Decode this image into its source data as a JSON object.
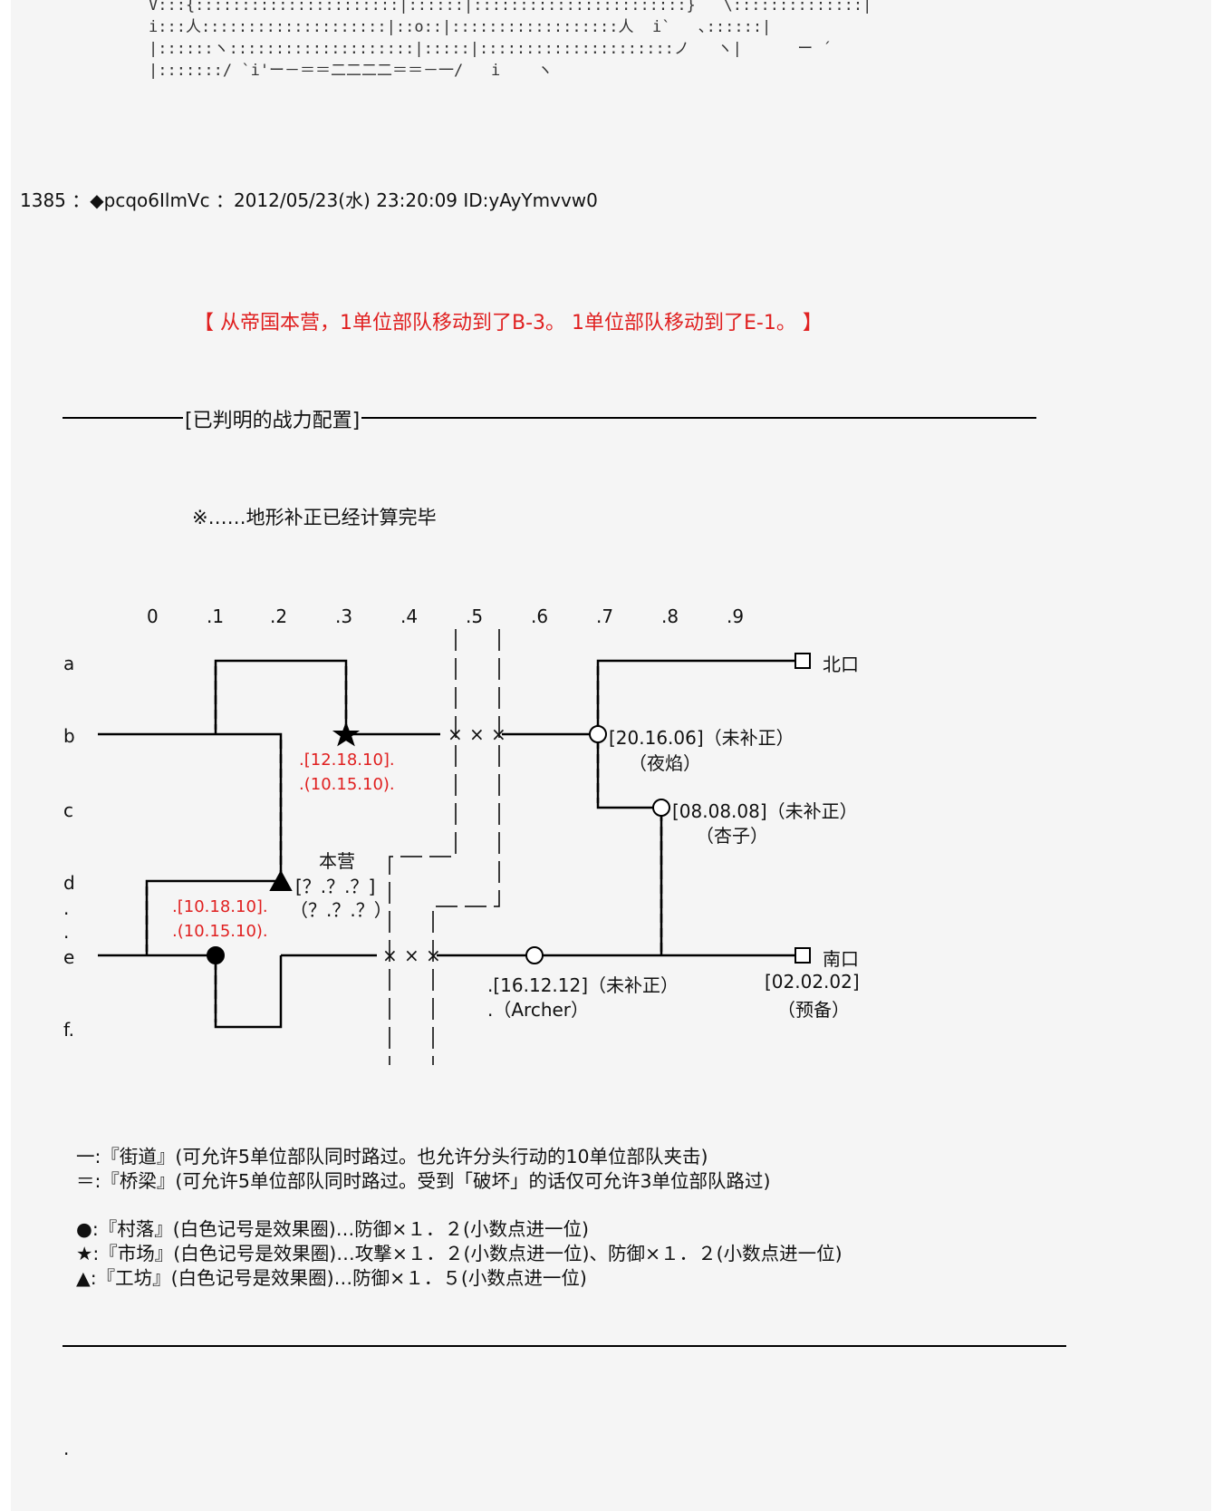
{
  "ascii_art": {
    "lines": [
      "V:::{::::::::::::::::::::::|::::::|:::::::::::::::::::::::}   \\::::::::::::::|",
      "i:::人::::::::::::::::::::|::o::|::::::::::::::::::人  i`   ､::::::|",
      "|::::::ヽ::::::::::::::::::::|:::::|:::::::::::::::::::::ノ   ヽ|      ー ´",
      "|:::::::/ `i'ー－＝＝二二二二＝＝－一/   i    ヽ"
    ]
  },
  "post": {
    "header": "1385 ：◆pcqo6IlmVc ：2012/05/23(水) 23:20:09 ID:yAyYmvvw0",
    "announcement": "【  从帝国本营，1单位部队移动到了B-3。  1单位部队移动到了E-1。  】",
    "section_title": "[已判明的战力配置]",
    "note": "※……地形补正已经计算完毕"
  },
  "map": {
    "col_labels": [
      "0",
      ".1",
      ".2",
      ".3",
      ".4",
      ".5",
      ".6",
      ".7",
      ".8",
      ".9"
    ],
    "row_labels": [
      "a",
      "b",
      "c",
      "d",
      ".",
      ".",
      "e",
      "f."
    ],
    "bridge_marks": [
      "×",
      "×",
      "×",
      "×",
      "×",
      "×"
    ],
    "north_gate": "北口",
    "south_gate": "南口",
    "hq_label": "本营",
    "hq_stats_1": "[？.？.？]",
    "hq_stats_2": "（？.？.？）",
    "market_stats_1": ".[12.18.10].",
    "market_stats_2": ".(10.15.10).",
    "village_stats_1": ".[10.18.10].",
    "village_stats_2": ".(10.15.10).",
    "unit_yaen_stats": "[20.16.06]（未补正）",
    "unit_yaen_name": "（夜焰）",
    "unit_anzu_stats": "[08.08.08]（未补正）",
    "unit_anzu_name": "（杏子）",
    "unit_archer_stats": ".[16.12.12]（未补正）",
    "unit_archer_name": ".（Archer）",
    "reserve_stats": "[02.02.02]",
    "reserve_name": "（预备）"
  },
  "legend": {
    "road": "一:『街道』(可允许5单位部队同时路过。也允许分头行动的10单位部队夹击)",
    "bridge": "＝:『桥梁』(可允许5单位部队同时路过。受到「破坏」的话仅可允许3单位部队路过)",
    "village": "●:『村落』(白色记号是效果圈)…防御×１．２(小数点进一位)",
    "market": "★:『市场』(白色记号是效果圈)…攻撃×１．２(小数点进一位)、防御×１．２(小数点进一位)",
    "workshop": "▲:『工坊』(白色记号是效果圈)…防御×１．５(小数点进一位)"
  },
  "footer_mark": ".",
  "colors": {
    "page_bg": "#f5f5f5",
    "ink": "#111111",
    "accent_red": "#e02020"
  }
}
